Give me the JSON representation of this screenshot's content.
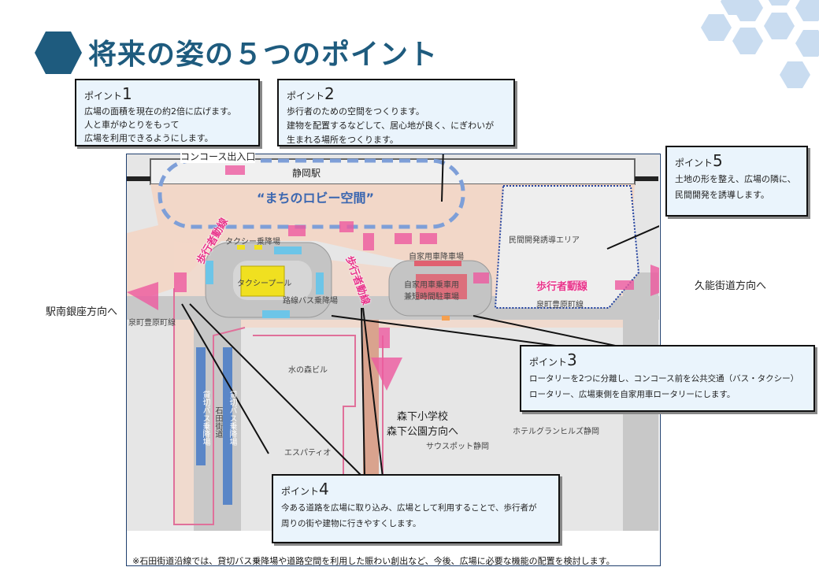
{
  "title": "将来の姿の５つのポイント",
  "colors": {
    "title": "#1e5b7e",
    "hexagons": "#c9dcf0",
    "walkway": "#ee5aa0",
    "callout_bg": "#eaf4fc",
    "plaza": "#f2d7c8"
  },
  "points": [
    {
      "label": "ポイント",
      "num": "1",
      "lines": [
        "広場の面積を現在の約2倍に広げます。",
        "人と車がゆとりをもって",
        "広場を利用できるようにします。"
      ]
    },
    {
      "label": "ポイント",
      "num": "2",
      "lines": [
        "歩行者のための空間をつくります。",
        "建物を配置するなどして、居心地が良く、にぎわいが",
        "生まれる場所をつくります。"
      ]
    },
    {
      "label": "ポイント",
      "num": "3",
      "lines": [
        "ロータリーを2つに分離し、コンコース前を公共交通（バス・タクシー）",
        "ロータリー、広場東側を自家用車ロータリーにします。"
      ]
    },
    {
      "label": "ポイント",
      "num": "4",
      "lines": [
        "今ある道路を広場に取り込み、広場として利用することで、歩行者が",
        "周りの街や建物に行きやすくします。"
      ]
    },
    {
      "label": "ポイント",
      "num": "5",
      "lines": [
        "土地の形を整え、広場の隣に、",
        "民間開発を誘導します。"
      ]
    }
  ],
  "map": {
    "concourse": "コンコース出入口",
    "station": "静岡駅",
    "lobby": "“まちのロビー空間”",
    "taxi_stop": "タクシー乗降場",
    "taxi_pool": "タクシープール",
    "bus_stop": "路線バス乗降場",
    "private_drop": "自家用車降車場",
    "private_ride": "自家用車乗車用",
    "short_park": "兼短時間駐車場",
    "dev_area": "民間開発誘導エリア",
    "walkway": "歩行者動線",
    "road_izumi": "泉町豊原町線",
    "mizunomori": "水の森ビル",
    "charter_bus": "貸切バス乗降場",
    "ishida": "石田街道",
    "espatio": "エスパティオ",
    "hotel": "ホテルグランヒルズ静岡",
    "sauspot": "サウスポット静岡",
    "dir_left": "駅南銀座方向へ",
    "dir_right": "久能街道方向へ",
    "dir_down_1": "森下小学校",
    "dir_down_2": "森下公園方向へ"
  },
  "footnote": "※石田街道沿線では、貸切バス乗降場や道路空間を利用した賑わい創出など、今後、広場に必要な機能の配置を検討します。"
}
